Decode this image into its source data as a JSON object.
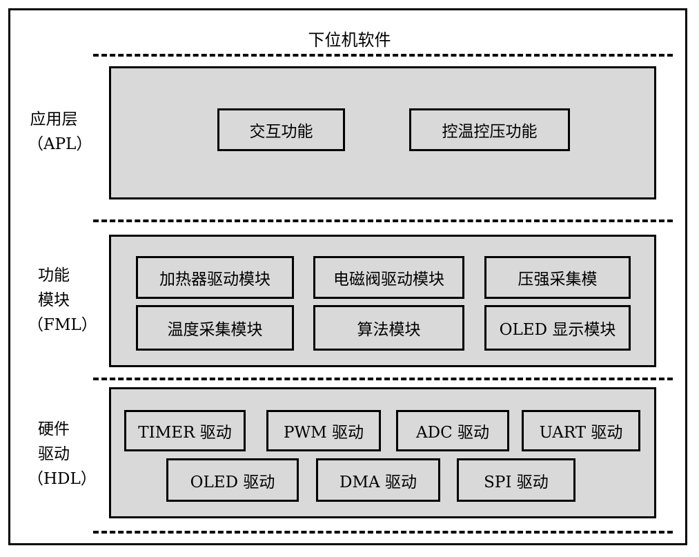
{
  "diagram": {
    "title": "下位机软件",
    "layers": [
      {
        "label_lines": [
          "应用层",
          "（APL）"
        ],
        "modules": [
          "交互功能",
          "控温控压功能"
        ]
      },
      {
        "label_lines": [
          "功能",
          "模块",
          "（FML）"
        ],
        "modules": [
          "加热器驱动模块",
          "电磁阀驱动模块",
          "压强采集模",
          "温度采集模块",
          "算法模块",
          "OLED 显示模块"
        ]
      },
      {
        "label_lines": [
          "硬件",
          "驱动",
          "（HDL）"
        ],
        "modules": [
          "TIMER 驱动",
          "PWM 驱动",
          "ADC 驱动",
          "UART 驱动",
          "OLED 驱动",
          "DMA 驱动",
          "SPI 驱动"
        ]
      }
    ]
  }
}
